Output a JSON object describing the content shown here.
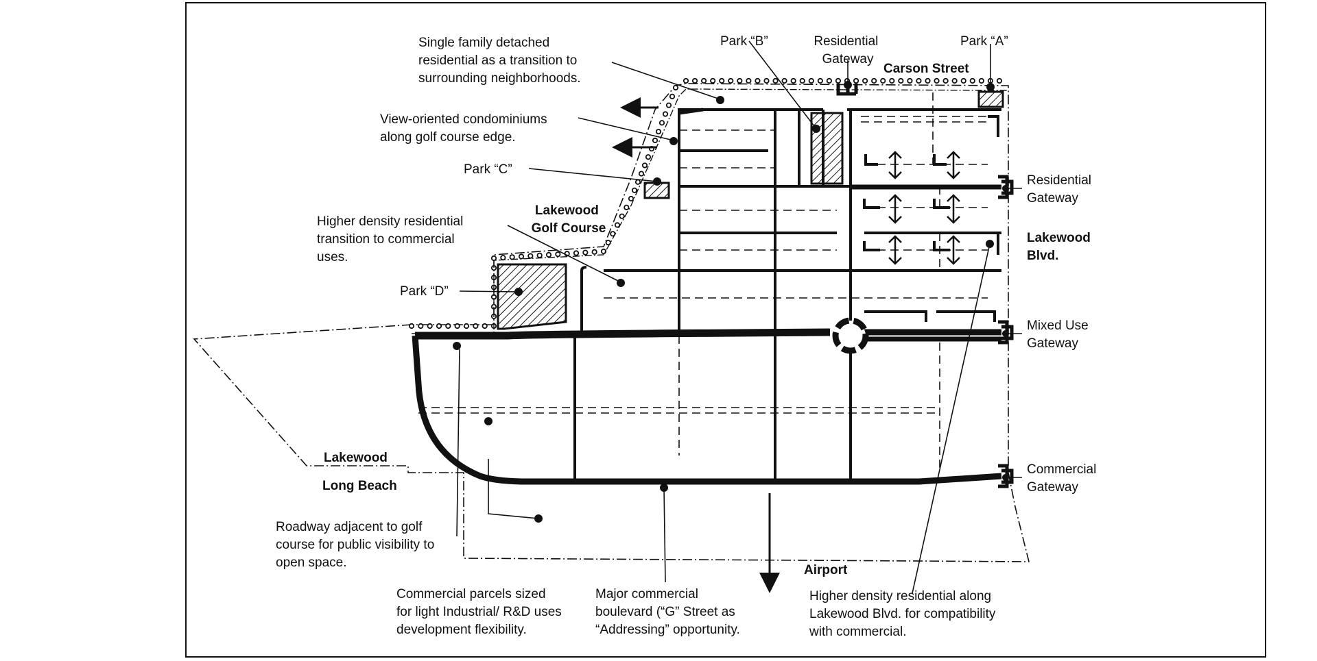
{
  "streets": {
    "carson_street": "Carson Street",
    "lakewood_blvd": [
      "Lakewood",
      "Blvd."
    ],
    "lakewood_golf_course": [
      "Lakewood",
      "Golf Course"
    ],
    "airport": "Airport",
    "lakewood": "Lakewood",
    "long_beach": "Long Beach"
  },
  "parks": {
    "park_a": "Park “A”",
    "park_b": "Park “B”",
    "park_c": "Park “C”",
    "park_d": "Park “D”"
  },
  "gateways": {
    "residential_top": [
      "Residential",
      "Gateway"
    ],
    "residential_right": [
      "Residential",
      "Gateway"
    ],
    "mixed_use": [
      "Mixed Use",
      "Gateway"
    ],
    "commercial": [
      "Commercial",
      "Gateway"
    ]
  },
  "callouts": {
    "single_family": [
      "Single family detached",
      "residential as a transition to",
      "surrounding neighborhoods."
    ],
    "view_condos": [
      "View-oriented condominiums",
      "along golf course edge."
    ],
    "higher_density_transition": [
      "Higher density residential",
      "transition to commercial",
      "uses."
    ],
    "roadway_golf": [
      "Roadway adjacent to golf",
      "course for public visibility to",
      "open space."
    ],
    "commercial_parcels": [
      "Commercial parcels sized",
      "for light Industrial/ R&D uses",
      "development flexibility."
    ],
    "major_boulevard": [
      "Major commercial",
      "boulevard (“G” Street as",
      "“Addressing” opportunity."
    ],
    "higher_density_lakewood": [
      "Higher density residential along",
      "Lakewood Blvd. for compatibility",
      "with commercial."
    ]
  },
  "colors": {
    "ink": "#111111",
    "paper": "#ffffff"
  }
}
